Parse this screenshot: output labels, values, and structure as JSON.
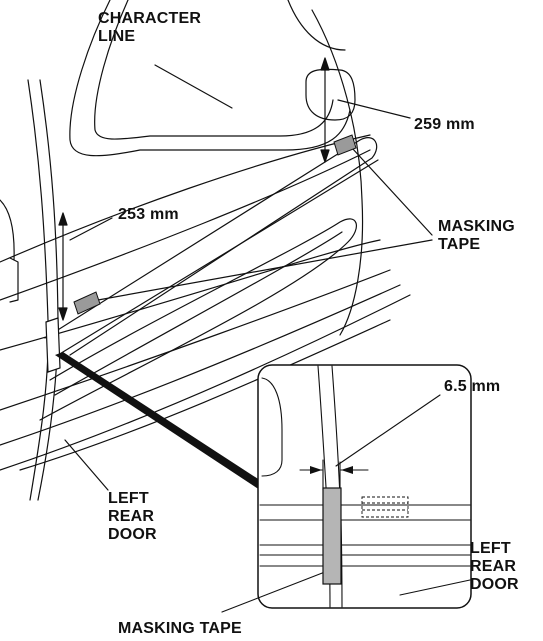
{
  "figure": {
    "labels": {
      "character_line": [
        "CHARACTER",
        "LINE"
      ],
      "dim_259": "259 mm",
      "dim_253": "253 mm",
      "masking_tape_main": [
        "MASKING",
        "TAPE"
      ],
      "dim_6_5": "6.5 mm",
      "left_rear_door_main": [
        "LEFT",
        "REAR",
        "DOOR"
      ],
      "left_rear_door_inset": [
        "LEFT",
        "REAR",
        "DOOR"
      ],
      "masking_tape_inset": "MASKING TAPE"
    },
    "colors": {
      "ink": "#111111",
      "tape": "#9a9a9a",
      "tape_inset": "#b5b5b5"
    }
  }
}
